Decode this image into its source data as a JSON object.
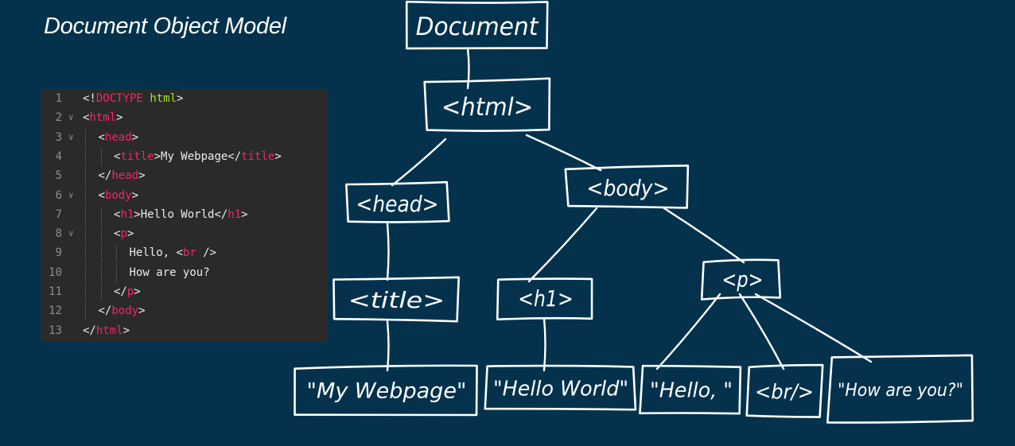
{
  "slide": {
    "title": "Document Object Model"
  },
  "code": {
    "lines": [
      {
        "n": "1",
        "fold": false,
        "parts": [
          [
            "p",
            "<!"
          ],
          [
            "kw",
            "DOCTYPE"
          ],
          [
            "p",
            " "
          ],
          [
            "attr",
            "html"
          ],
          [
            "p",
            ">"
          ]
        ]
      },
      {
        "n": "2",
        "fold": true,
        "parts": [
          [
            "p",
            "<"
          ],
          [
            "tag",
            "html"
          ],
          [
            "p",
            ">"
          ]
        ]
      },
      {
        "n": "3",
        "fold": true,
        "parts": [
          [
            "p",
            "<"
          ],
          [
            "tag",
            "head"
          ],
          [
            "p",
            ">"
          ]
        ]
      },
      {
        "n": "4",
        "fold": false,
        "parts": [
          [
            "p",
            "<"
          ],
          [
            "tag",
            "title"
          ],
          [
            "p",
            ">My Webpage</"
          ],
          [
            "tag",
            "title"
          ],
          [
            "p",
            ">"
          ]
        ]
      },
      {
        "n": "5",
        "fold": false,
        "parts": [
          [
            "p",
            "</"
          ],
          [
            "tag",
            "head"
          ],
          [
            "p",
            ">"
          ]
        ]
      },
      {
        "n": "6",
        "fold": true,
        "parts": [
          [
            "p",
            "<"
          ],
          [
            "tag",
            "body"
          ],
          [
            "p",
            ">"
          ]
        ]
      },
      {
        "n": "7",
        "fold": false,
        "parts": [
          [
            "p",
            "<"
          ],
          [
            "tag",
            "h1"
          ],
          [
            "p",
            ">Hello World</"
          ],
          [
            "tag",
            "h1"
          ],
          [
            "p",
            ">"
          ]
        ]
      },
      {
        "n": "8",
        "fold": true,
        "parts": [
          [
            "p",
            "<"
          ],
          [
            "tag",
            "p"
          ],
          [
            "p",
            ">"
          ]
        ]
      },
      {
        "n": "9",
        "fold": false,
        "parts": [
          [
            "p",
            "Hello, <"
          ],
          [
            "tag",
            "br"
          ],
          [
            "p",
            " />"
          ]
        ]
      },
      {
        "n": "10",
        "fold": false,
        "parts": [
          [
            "p",
            "How are you?"
          ]
        ]
      },
      {
        "n": "11",
        "fold": false,
        "parts": [
          [
            "p",
            "</"
          ],
          [
            "tag",
            "p"
          ],
          [
            "p",
            ">"
          ]
        ]
      },
      {
        "n": "12",
        "fold": false,
        "parts": [
          [
            "p",
            "</"
          ],
          [
            "tag",
            "body"
          ],
          [
            "p",
            ">"
          ]
        ]
      },
      {
        "n": "13",
        "fold": false,
        "parts": [
          [
            "p",
            "</"
          ],
          [
            "tag",
            "html"
          ],
          [
            "p",
            ">"
          ]
        ]
      }
    ]
  },
  "tree": {
    "nodes": [
      {
        "id": "document",
        "label": "Document"
      },
      {
        "id": "html",
        "label": "<html>"
      },
      {
        "id": "head",
        "label": "<head>"
      },
      {
        "id": "body",
        "label": "<body>"
      },
      {
        "id": "title",
        "label": "<title>"
      },
      {
        "id": "h1",
        "label": "<h1>"
      },
      {
        "id": "p",
        "label": "<p>"
      },
      {
        "id": "text-webpage",
        "label": "\"My Webpage\""
      },
      {
        "id": "text-hello-world",
        "label": "\"Hello World\""
      },
      {
        "id": "text-hello",
        "label": "\"Hello, \""
      },
      {
        "id": "br",
        "label": "<br/>"
      },
      {
        "id": "text-how",
        "label": "\"How are you?\""
      }
    ],
    "edges": [
      [
        "document",
        "html"
      ],
      [
        "html",
        "head"
      ],
      [
        "html",
        "body"
      ],
      [
        "head",
        "title"
      ],
      [
        "title",
        "text-webpage"
      ],
      [
        "body",
        "h1"
      ],
      [
        "body",
        "p"
      ],
      [
        "h1",
        "text-hello-world"
      ],
      [
        "p",
        "text-hello"
      ],
      [
        "p",
        "br"
      ],
      [
        "p",
        "text-how"
      ]
    ]
  }
}
